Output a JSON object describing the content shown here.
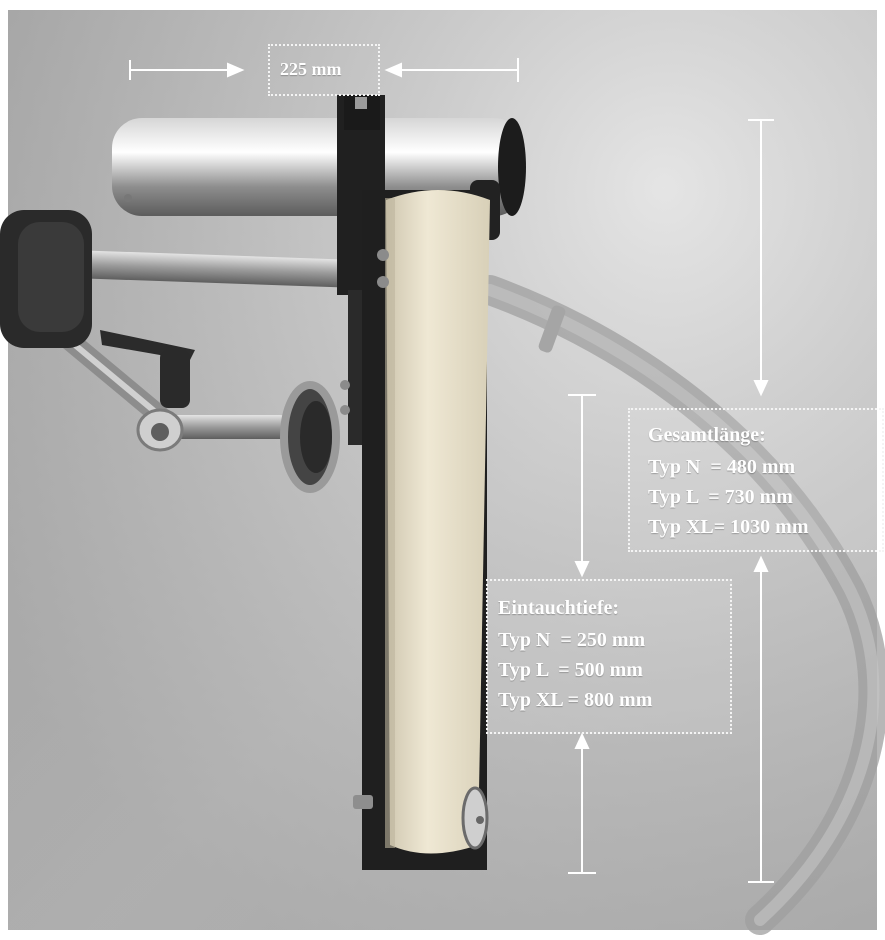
{
  "width_dimension": {
    "label": "225 mm"
  },
  "total_length": {
    "heading": "Gesamtlänge:",
    "rows": [
      "Typ N  = 480 mm",
      "Typ L  = 730 mm",
      "Typ XL= 1030 mm"
    ]
  },
  "immersion_depth": {
    "heading": "Eintauchtiefe:",
    "rows": [
      "Typ N  = 250 mm",
      "Typ L  = 500 mm",
      "Typ XL = 800 mm"
    ]
  },
  "colors": {
    "background_light": "#d7d7d7",
    "background_dark": "#8e8e8e",
    "belt": "#e8e1cc",
    "frame": "#1f1f1f",
    "annotation": "#ffffff"
  }
}
